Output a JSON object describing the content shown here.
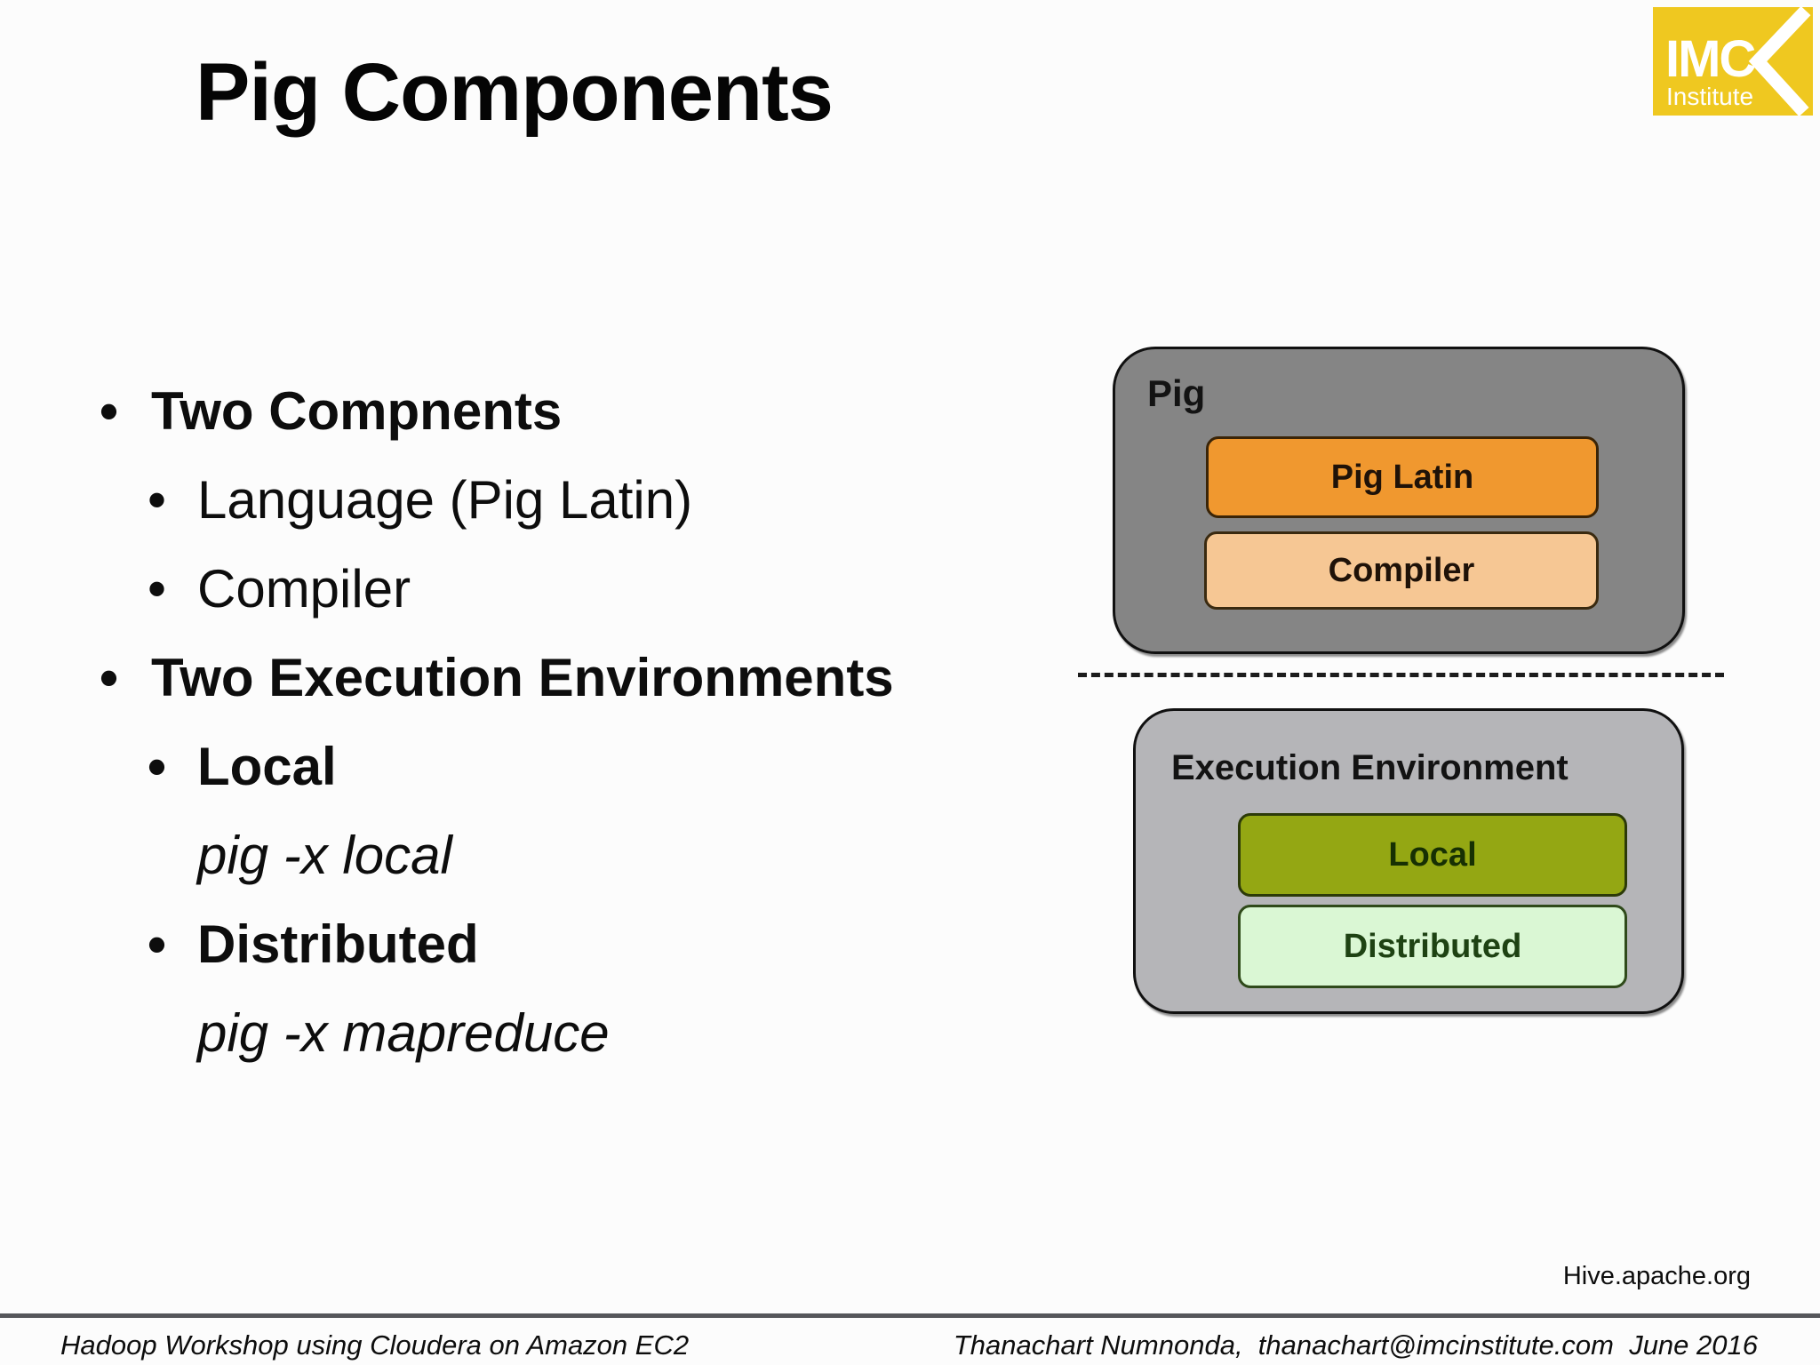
{
  "slide": {
    "title": "Pig Components",
    "source_note": "Hive.apache.org"
  },
  "logo": {
    "primary": "IMC",
    "secondary": "Institute",
    "bg_color": "#EFC820",
    "mark": "chevron-left"
  },
  "bullets": [
    {
      "text": "Two Compnents",
      "level": 1,
      "style": "bold",
      "bullet": true
    },
    {
      "text": "Language (Pig Latin)",
      "level": 2,
      "style": "regular",
      "bullet": true
    },
    {
      "text": "Compiler",
      "level": 2,
      "style": "regular",
      "bullet": true
    },
    {
      "text": "Two Execution Environments",
      "level": 1,
      "style": "bold",
      "bullet": true
    },
    {
      "text": "Local",
      "level": 2,
      "style": "bold",
      "bullet": true
    },
    {
      "text": "pig -x local",
      "level": 2,
      "style": "italic",
      "bullet": false
    },
    {
      "text": "Distributed",
      "level": 2,
      "style": "bold",
      "bullet": true
    },
    {
      "text": "pig -x mapreduce",
      "level": 2,
      "style": "italic",
      "bullet": false
    }
  ],
  "diagram": {
    "pig_group": {
      "label": "Pig",
      "fill": "#858585",
      "boxes": [
        {
          "label": "Pig Latin",
          "fill": "#F0982F"
        },
        {
          "label": "Compiler",
          "fill": "#F6C794"
        }
      ]
    },
    "execution_group": {
      "label": "Execution Environment",
      "fill": "#B5B5B8",
      "boxes": [
        {
          "label": "Local",
          "fill": "#94A713"
        },
        {
          "label": "Distributed",
          "fill": "#DAF7D4"
        }
      ]
    }
  },
  "footer": {
    "left": "Hadoop Workshop using Cloudera on Amazon EC2",
    "right": "Thanachart Numnonda,  thanachart@imcinstitute.com  June 2016"
  }
}
